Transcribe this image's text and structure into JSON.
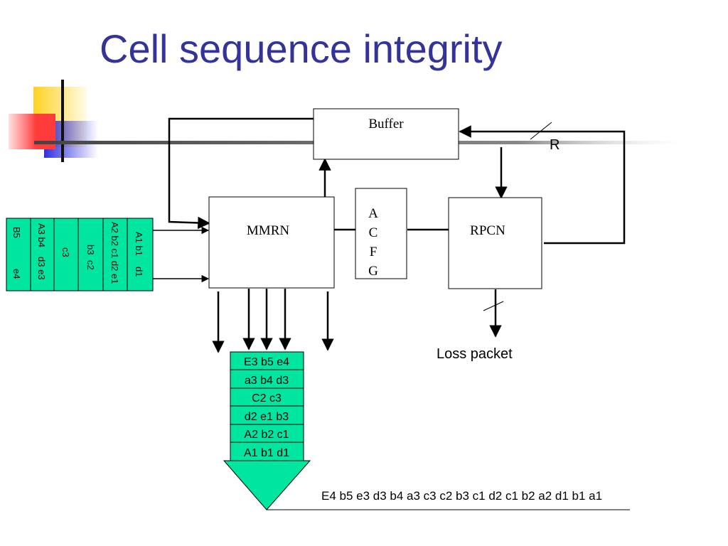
{
  "slide": {
    "title": "Cell sequence integrity"
  },
  "diagram": {
    "nodes": {
      "buffer": "Buffer",
      "mmrn": "MMRN",
      "acfg": [
        "A",
        "C",
        "F",
        "G"
      ],
      "rpcn": "RPCN"
    },
    "labels": {
      "r": "R",
      "loss": "Loss packet",
      "output_sequence": "E4 b5 e3 d3 b4 a3 c3 c2 b3 c1 d2 c1 b2 a2 d1 b1 a1"
    },
    "input_columns": [
      [
        "B5",
        "e4"
      ],
      [
        "A3 b4",
        "d3 e3"
      ],
      [
        "c3"
      ],
      [
        "b3",
        "c2"
      ],
      [
        "A2 b2 c1 d2 e1"
      ],
      [
        "A1 b1",
        "d1"
      ]
    ],
    "output_stack": [
      "E3 b5 e4",
      "a3 b4 d3",
      "C2 c3",
      "d2 e1 b3",
      "A2 b2 c1",
      "A1 b1 d1"
    ]
  },
  "colors": {
    "title": "#333399",
    "cell_fill": "#00e5a0",
    "logo_yellow": "#ffd21f",
    "logo_red": "#ff3b3b",
    "logo_blue": "#2f2fe0"
  }
}
